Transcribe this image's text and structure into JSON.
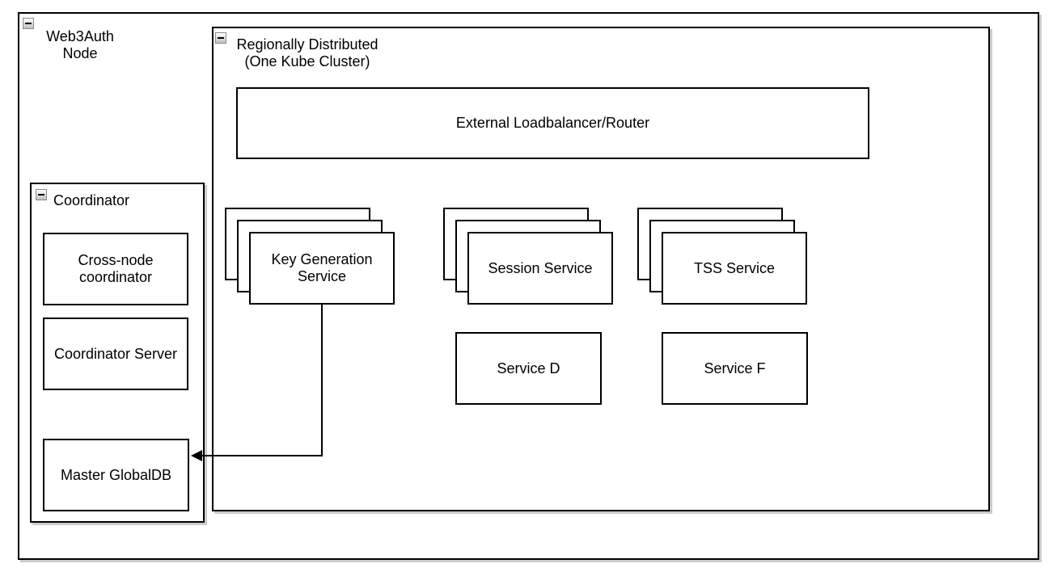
{
  "colors": {
    "border": "#000000",
    "background": "#ffffff",
    "shadow": "#cccccc",
    "icon-border": "#8a8a8a",
    "icon-bg-top": "#ffffff",
    "icon-bg-bottom": "#c0c0c0",
    "minus": "#000000"
  },
  "containers": {
    "web3auth": {
      "label": "Web3Auth\nNode",
      "collapse_icon": "minus"
    },
    "regional": {
      "label": "Regionally Distributed\n(One Kube Cluster)",
      "collapse_icon": "minus"
    },
    "coordinator": {
      "label": "Coordinator",
      "collapse_icon": "minus"
    }
  },
  "boxes": {
    "elb": {
      "label": "External Loadbalancer/Router"
    },
    "key_generation": {
      "label": "Key Generation Service",
      "replicas": 3
    },
    "session": {
      "label": "Session Service",
      "replicas": 3
    },
    "tss": {
      "label": "TSS Service",
      "replicas": 3
    },
    "service_d": {
      "label": "Service D"
    },
    "service_f": {
      "label": "Service F"
    },
    "cross_node": {
      "label": "Cross-node coordinator"
    },
    "coordinator_server": {
      "label": "Coordinator Server"
    },
    "master_globaldb": {
      "label": "Master GlobalDB"
    }
  },
  "connections": [
    {
      "from": "key_generation",
      "to": "master_globaldb",
      "style": "orthogonal-arrow"
    }
  ]
}
